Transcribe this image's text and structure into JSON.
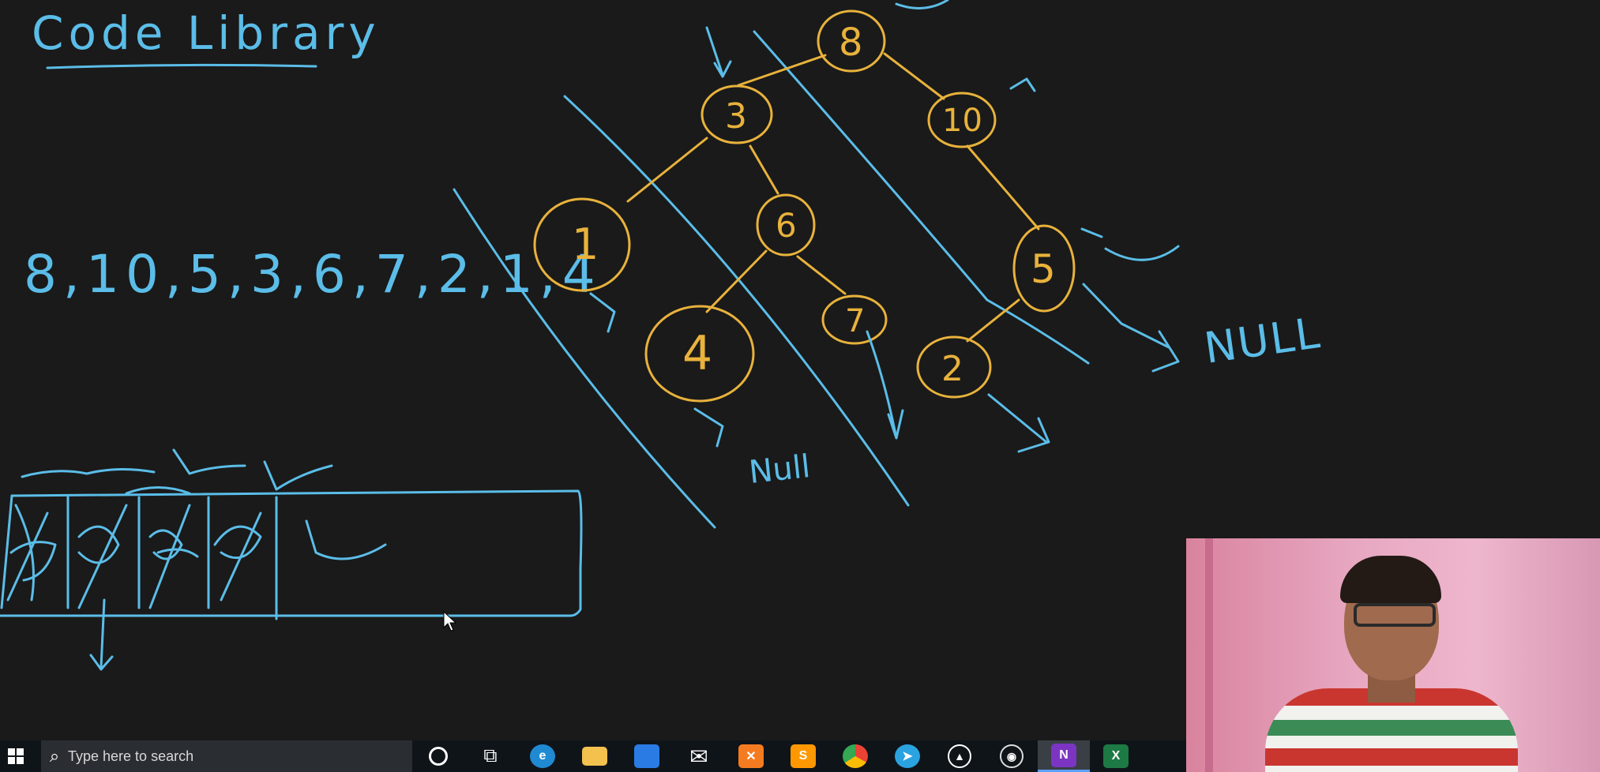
{
  "board": {
    "title": "Code Library",
    "sequence": "8,10,5,3,6,7,2,1,4",
    "nodes": [
      "8",
      "3",
      "10",
      "1",
      "6",
      "5",
      "4",
      "7",
      "2"
    ],
    "notes": {
      "null_right": "NULL",
      "null_left": "Null"
    },
    "colors": {
      "pen_blue": "#5bbde8",
      "pen_yellow": "#e8b23c",
      "background": "#1a1a1a"
    }
  },
  "taskbar": {
    "search_placeholder": "Type here to search",
    "apps": [
      {
        "name": "cortana-icon",
        "glyph": "○"
      },
      {
        "name": "task-view-icon",
        "glyph": "⧉"
      },
      {
        "name": "edge-icon",
        "glyph": "e"
      },
      {
        "name": "file-explorer-icon",
        "glyph": "▬"
      },
      {
        "name": "store-icon",
        "glyph": "▦"
      },
      {
        "name": "mail-icon",
        "glyph": "✉"
      },
      {
        "name": "xampp-icon",
        "glyph": "ꭓ"
      },
      {
        "name": "sublime-text-icon",
        "glyph": "S"
      },
      {
        "name": "chrome-icon",
        "glyph": "●"
      },
      {
        "name": "telegram-icon",
        "glyph": "➤"
      },
      {
        "name": "photos-icon",
        "glyph": "▲"
      },
      {
        "name": "obs-icon",
        "glyph": "◉"
      },
      {
        "name": "onenote-icon",
        "glyph": "N"
      },
      {
        "name": "excel-icon",
        "glyph": "X"
      }
    ],
    "colors": {
      "edge": "#1f8ad2",
      "explorer": "#f2c14e",
      "store": "#2b7be4",
      "mail": "#ffffff",
      "xampp": "#f47b20",
      "sublime": "#ff9800",
      "chrome": "#4caf50",
      "telegram": "#2aa3e0",
      "photos": "#ffffff",
      "obs": "#ffffff",
      "onenote": "#7b35c2",
      "excel": "#1d7a44"
    }
  }
}
